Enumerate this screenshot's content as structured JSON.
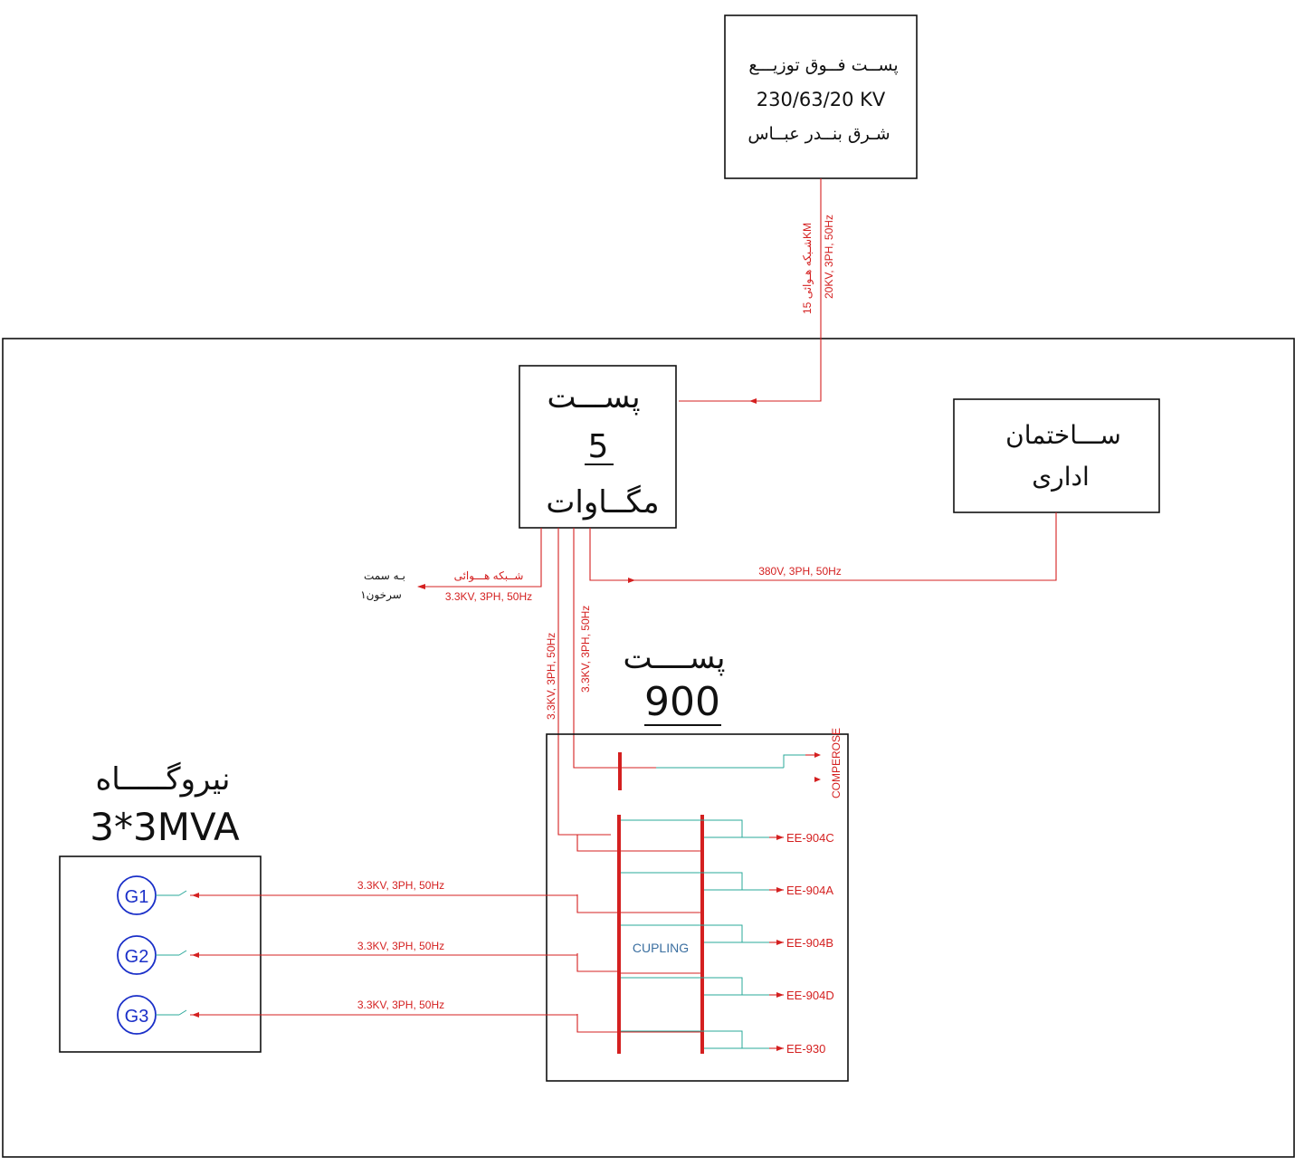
{
  "colors": {
    "line": "#d42020",
    "busbar": "#d42020",
    "feeder_cyan": "#2aa89a",
    "generator": "#1a2fc8",
    "cupling_text": "#3b6fa0",
    "box": "#111111"
  },
  "upstream_substation": {
    "line1": "پســت فــوق توزیـــع",
    "line2": "230/63/20 KV",
    "line3": "شـرق بنــدر عبــاس"
  },
  "overhead_line_20kv": {
    "label1": "شـبکه هـوائی 15KM",
    "label2": "20KV, 3PH, 50Hz"
  },
  "substation_5mva": {
    "line1": "پســـت",
    "line2": "5",
    "line3": "مگــاوات"
  },
  "office_building": {
    "line1": "ســـاختمان",
    "line2": "اداری"
  },
  "lv_line": {
    "label": "380V, 3PH, 50Hz"
  },
  "sarkhoon_line": {
    "label1": "شــبکه هـــوائی",
    "label2": "3.3KV, 3PH, 50Hz",
    "dest1": "بـه سمت",
    "dest2": "سرخون۱"
  },
  "vertical_links": {
    "label_left": "3.3KV, 3PH, 50Hz",
    "label_right": "3.3KV, 3PH, 50Hz"
  },
  "substation_900": {
    "line1": "پســــت",
    "line2": "900"
  },
  "power_plant": {
    "line1": "نیروگـــــاه",
    "line2": "3*3MVA",
    "generators": [
      "G1",
      "G2",
      "G3"
    ],
    "links": [
      "3.3KV, 3PH, 50Hz",
      "3.3KV, 3PH, 50Hz",
      "3.3KV, 3PH, 50Hz"
    ]
  },
  "switchgear": {
    "compressor_label": "COMPEROSE",
    "coupling_label": "CUPLING",
    "feeders": [
      "EE-904C",
      "EE-904A",
      "EE-904B",
      "EE-904D",
      "EE-930"
    ]
  }
}
